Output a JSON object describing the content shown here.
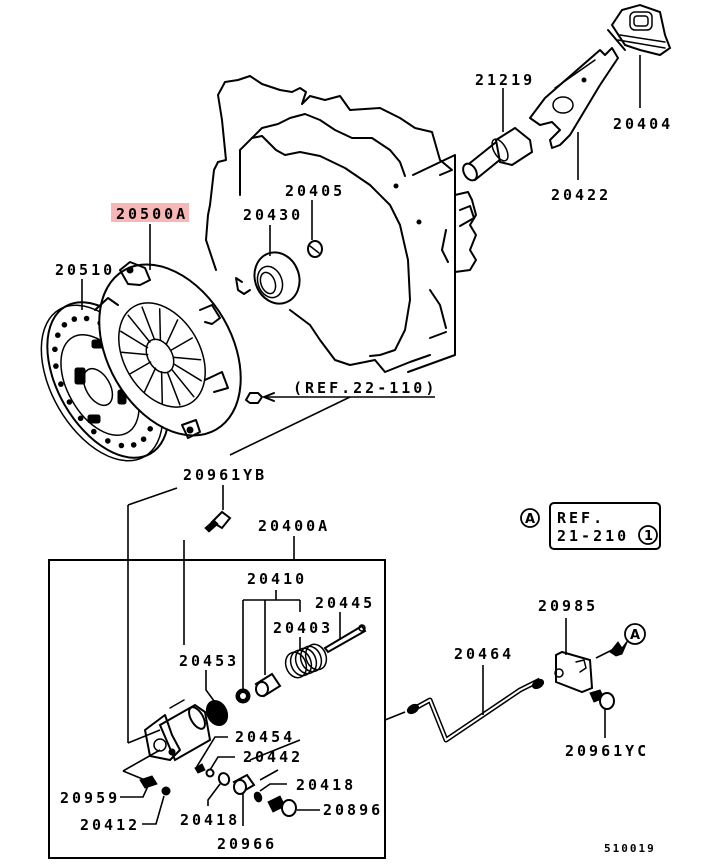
{
  "diagram": {
    "title": "Clutch assembly exploded parts diagram",
    "highlight_color": "#f7b7b7",
    "figure_id": "510019",
    "parts": {
      "clutch_cover_assy": "20500A",
      "clutch_disc": "20510",
      "release_bearing": "20430",
      "plug": "20405",
      "bearing_sleeve": "21219",
      "release_fork": "20422",
      "fork_boot": "20404",
      "bolt_yb": "20961YB",
      "slave_cylinder_assy": "20400A",
      "repair_kit": "20410",
      "piston_cup_spring": "20403",
      "push_rod": "20445",
      "boot": "20453",
      "bleeder_screw": "20454",
      "bleeder_cap": "20442",
      "gasket_upper": "20418",
      "gasket_lower": "20418",
      "union_bolt_fitting": "20966",
      "union_bolt": "20896",
      "bolt_20959": "20959",
      "nut_20412": "20412",
      "clutch_tube": "20464",
      "bracket": "20985",
      "bolt_yc": "20961YC"
    },
    "references": {
      "ref_22_110": "(REF.22-110)",
      "ref_box_line1": "REF.",
      "ref_box_line2": "21-210",
      "ref_box_circled": "1",
      "marker_a": "A",
      "marker_a2": "A"
    }
  }
}
